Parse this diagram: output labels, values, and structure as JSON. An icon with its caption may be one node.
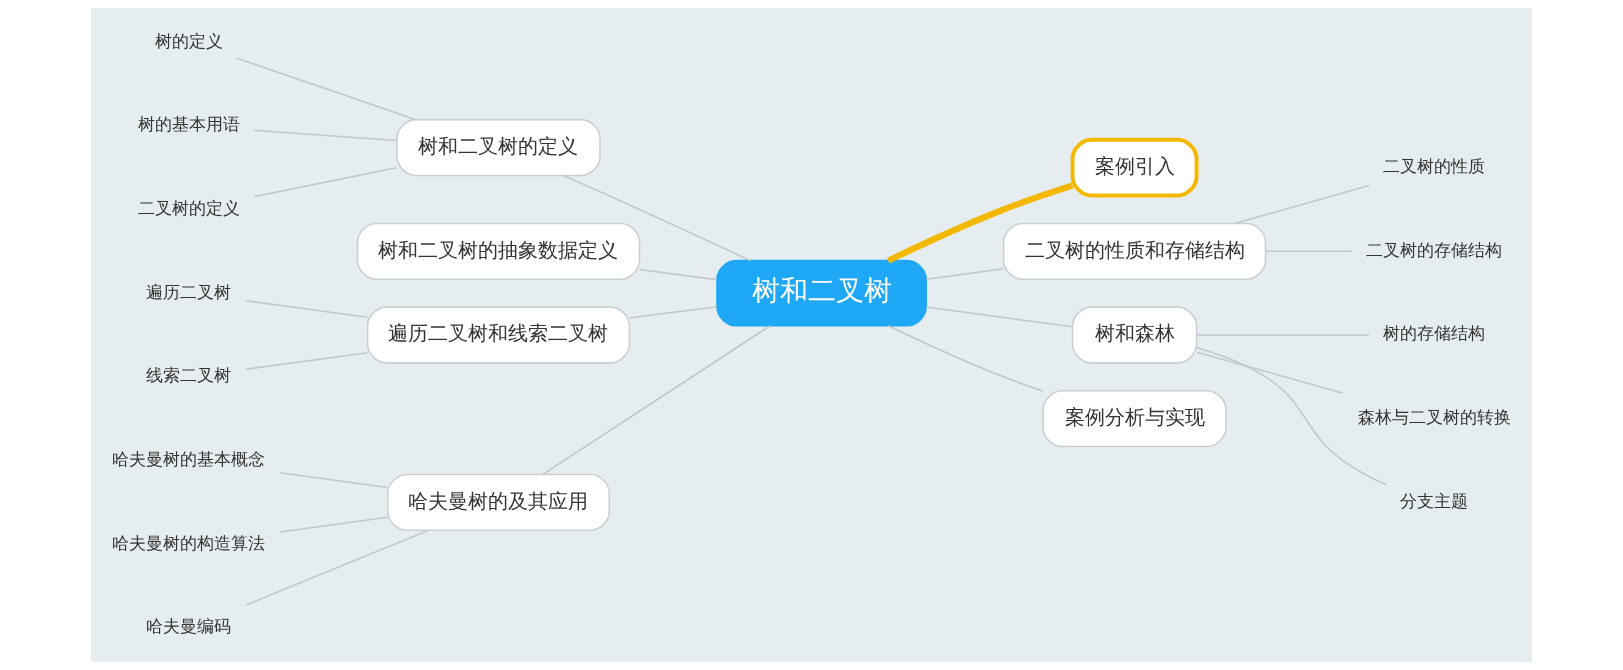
{
  "diagram": {
    "nodes": [
      {
        "text": [
          "树和二叉树"
        ]
      },
      {
        "text": [
          "树和二叉树的定义"
        ]
      },
      {
        "text": [
          "树的定义"
        ]
      },
      {
        "text": [
          "树的基本用语"
        ]
      },
      {
        "text": [
          "二叉树的定义"
        ]
      },
      {
        "text": [
          "树和二叉树的抽象数据定义"
        ]
      },
      {
        "text": [
          "遍历二叉树和线索二叉树"
        ]
      },
      {
        "text": [
          "遍历二叉树"
        ]
      },
      {
        "text": [
          "线索二叉树"
        ]
      },
      {
        "text": [
          "哈夫曼树的及其应用"
        ]
      },
      {
        "text": [
          "哈夫曼树的基本概念"
        ]
      },
      {
        "text": [
          "哈夫曼树的构造算法"
        ]
      },
      {
        "text": [
          "哈夫曼编码"
        ]
      },
      {
        "text": [
          "案例引入"
        ]
      },
      {
        "text": [
          "二叉树的性质和存储结构"
        ]
      },
      {
        "text": [
          "二叉树的性质"
        ]
      },
      {
        "text": [
          "二叉树的存储结构"
        ]
      },
      {
        "text": [
          "树和森林"
        ]
      },
      {
        "text": [
          "树的存储结构"
        ]
      },
      {
        "text": [
          "森林与二叉树的转换"
        ]
      },
      {
        "text": [
          "分支主题"
        ]
      },
      {
        "text": [
          "案例分析与实现"
        ]
      }
    ],
    "edges": [
      {
        "from": 0,
        "to": 1,
        "arrow": "none"
      },
      {
        "from": 1,
        "to": 2,
        "arrow": "none"
      },
      {
        "from": 1,
        "to": 3,
        "arrow": "none"
      },
      {
        "from": 1,
        "to": 4,
        "arrow": "none"
      },
      {
        "from": 0,
        "to": 5,
        "arrow": "none"
      },
      {
        "from": 0,
        "to": 6,
        "arrow": "none"
      },
      {
        "from": 6,
        "to": 7,
        "arrow": "none"
      },
      {
        "from": 6,
        "to": 8,
        "arrow": "none"
      },
      {
        "from": 0,
        "to": 9,
        "arrow": "none"
      },
      {
        "from": 9,
        "to": 10,
        "arrow": "none"
      },
      {
        "from": 9,
        "to": 11,
        "arrow": "none"
      },
      {
        "from": 9,
        "to": 12,
        "arrow": "none"
      },
      {
        "from": 0,
        "to": 13,
        "arrow": "none",
        "style": "thick",
        "color": "#f5b800"
      },
      {
        "from": 0,
        "to": 14,
        "arrow": "none"
      },
      {
        "from": 14,
        "to": 15,
        "arrow": "none"
      },
      {
        "from": 14,
        "to": 16,
        "arrow": "none"
      },
      {
        "from": 0,
        "to": 17,
        "arrow": "none"
      },
      {
        "from": 17,
        "to": 18,
        "arrow": "none"
      },
      {
        "from": 17,
        "to": 19,
        "arrow": "none"
      },
      {
        "from": 17,
        "to": 20,
        "arrow": "none"
      },
      {
        "from": 0,
        "to": 21,
        "arrow": "none"
      }
    ]
  }
}
